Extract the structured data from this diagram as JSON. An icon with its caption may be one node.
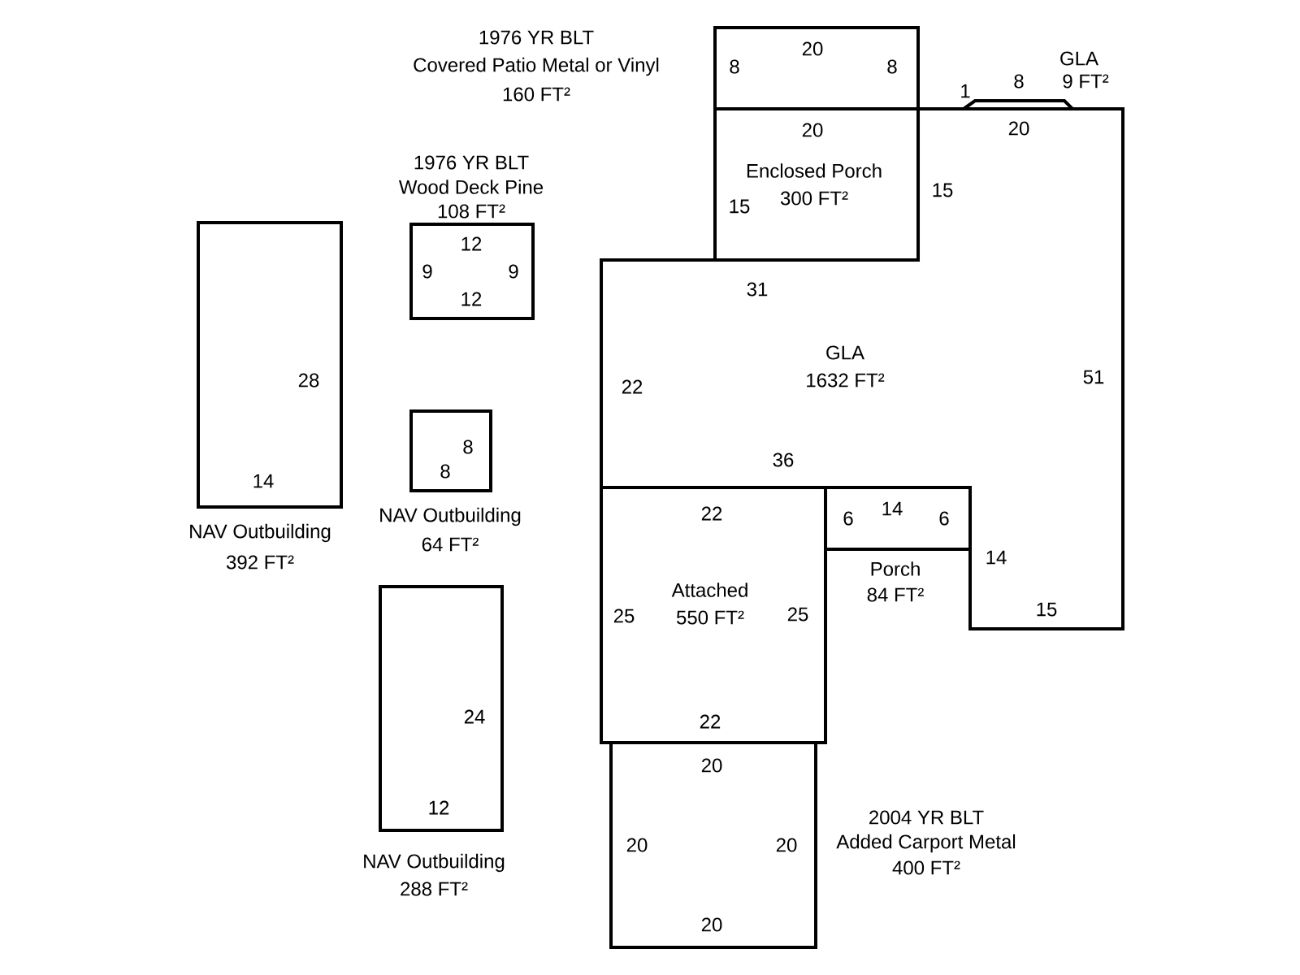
{
  "diagram": {
    "nodes": [
      {
        "text": [
          "1976 YR BLT",
          "Covered Patio Metal or Vinyl",
          "160 FT²",
          "20",
          "8",
          "8"
        ]
      },
      {
        "text": [
          "Enclosed Porch",
          "300 FT²",
          "20",
          "15"
        ]
      },
      {
        "text": [
          "GLA",
          "9 FT²",
          "1",
          "8"
        ]
      },
      {
        "text": [
          "GLA",
          "1632 FT²",
          "15",
          "20",
          "31",
          "22",
          "51",
          "36",
          "14",
          "15"
        ]
      },
      {
        "text": [
          "1976 YR BLT",
          "Wood Deck Pine",
          "108 FT²",
          "12",
          "9",
          "9",
          "12"
        ]
      },
      {
        "text": [
          "NAV Outbuilding",
          "392 FT²",
          "28",
          "14"
        ]
      },
      {
        "text": [
          "NAV Outbuilding",
          "64 FT²",
          "8",
          "8"
        ]
      },
      {
        "text": [
          "Attached",
          "550 FT²",
          "22",
          "25",
          "25",
          "22"
        ]
      },
      {
        "text": [
          "Porch",
          "84 FT²",
          "6",
          "14",
          "6"
        ]
      },
      {
        "text": [
          "NAV Outbuilding",
          "288 FT²",
          "24",
          "12"
        ]
      },
      {
        "text": [
          "2004 YR BLT",
          "Added Carport Metal",
          "400 FT²",
          "20",
          "20",
          "20",
          "20"
        ]
      }
    ]
  }
}
